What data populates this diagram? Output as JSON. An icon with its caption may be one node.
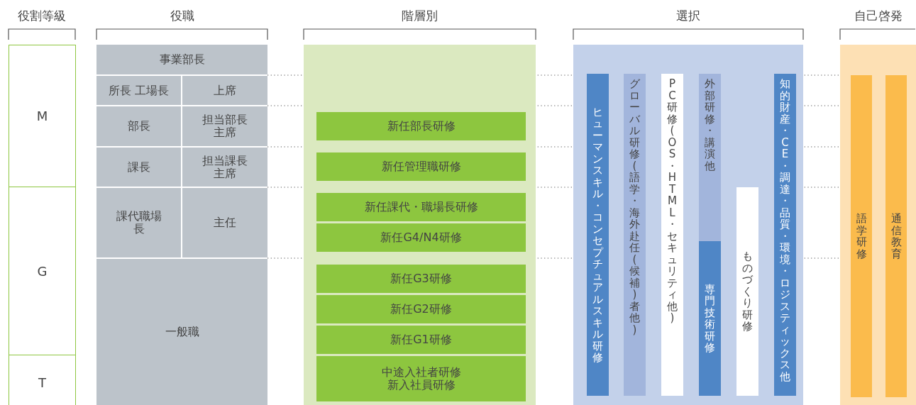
{
  "diagram": {
    "nodes": [
      {
        "text": [
          "M"
        ]
      },
      {
        "text": [
          "G"
        ]
      },
      {
        "text": [
          "T"
        ]
      },
      {
        "text": [
          "事業部長"
        ]
      },
      {
        "text": [
          "所長 工場長"
        ]
      },
      {
        "text": [
          "上席"
        ]
      },
      {
        "text": [
          "部長"
        ]
      },
      {
        "text": [
          "担当部長主席"
        ]
      },
      {
        "text": [
          "課長"
        ]
      },
      {
        "text": [
          "担当課長主席"
        ]
      },
      {
        "text": [
          "課代職場長"
        ]
      },
      {
        "text": [
          "主任"
        ]
      },
      {
        "text": [
          "一般職"
        ]
      },
      {
        "text": [
          "新任部長研修"
        ]
      },
      {
        "text": [
          "新任管理職研修"
        ]
      },
      {
        "text": [
          "新任課代・職場長研修"
        ]
      },
      {
        "text": [
          "新任G4/N4研修"
        ]
      },
      {
        "text": [
          "新任G3研修"
        ]
      },
      {
        "text": [
          "新任G2研修"
        ]
      },
      {
        "text": [
          "新任G1研修"
        ]
      },
      {
        "text": [
          "中途入社者研修",
          "新入社員研修"
        ]
      },
      {
        "text": [
          "ヒューマンスキル・コンセプチュアルスキル研修"
        ]
      },
      {
        "text": [
          "グローバル研修(語学・海外赴任(候補)者他)"
        ]
      },
      {
        "text": [
          "PC研修(OS・HTML・セキュリティ他)"
        ]
      },
      {
        "text": [
          "外部研修・講演他"
        ]
      },
      {
        "text": [
          "専門技術研修"
        ]
      },
      {
        "text": [
          "ものづくり研修"
        ]
      },
      {
        "text": [
          "知的財産・CE・調達・品質・環境・ロジスティックス他"
        ]
      },
      {
        "text": [
          "語学研修"
        ]
      },
      {
        "text": [
          "通信教育"
        ]
      }
    ],
    "labels": [
      "役割等級",
      "役職",
      "階層別",
      "選択",
      "自己啓発"
    ]
  }
}
